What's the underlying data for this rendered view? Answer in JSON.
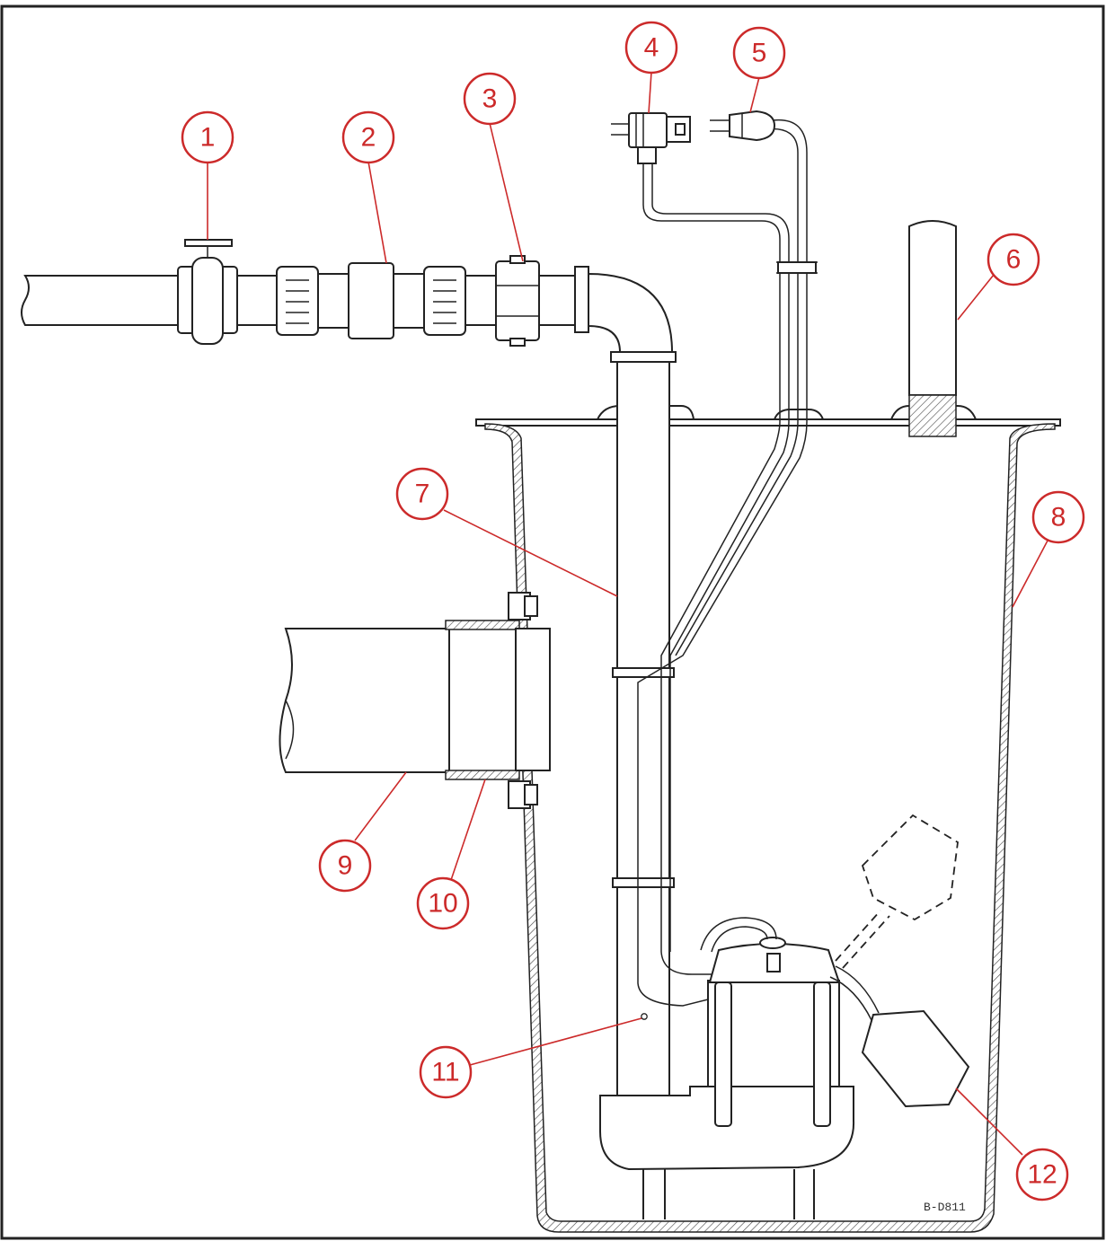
{
  "callouts": [
    {
      "id": 1,
      "label": "1"
    },
    {
      "id": 2,
      "label": "2"
    },
    {
      "id": 3,
      "label": "3"
    },
    {
      "id": 4,
      "label": "4"
    },
    {
      "id": 5,
      "label": "5"
    },
    {
      "id": 6,
      "label": "6"
    },
    {
      "id": 7,
      "label": "7"
    },
    {
      "id": 8,
      "label": "8"
    },
    {
      "id": 9,
      "label": "9"
    },
    {
      "id": 10,
      "label": "10"
    },
    {
      "id": 11,
      "label": "11"
    },
    {
      "id": 12,
      "label": "12"
    }
  ],
  "drawing_code": "B-D811",
  "colors": {
    "callout": "#cc2a2a",
    "line": "#222222",
    "frame": "#222222",
    "background": "#ffffff"
  }
}
